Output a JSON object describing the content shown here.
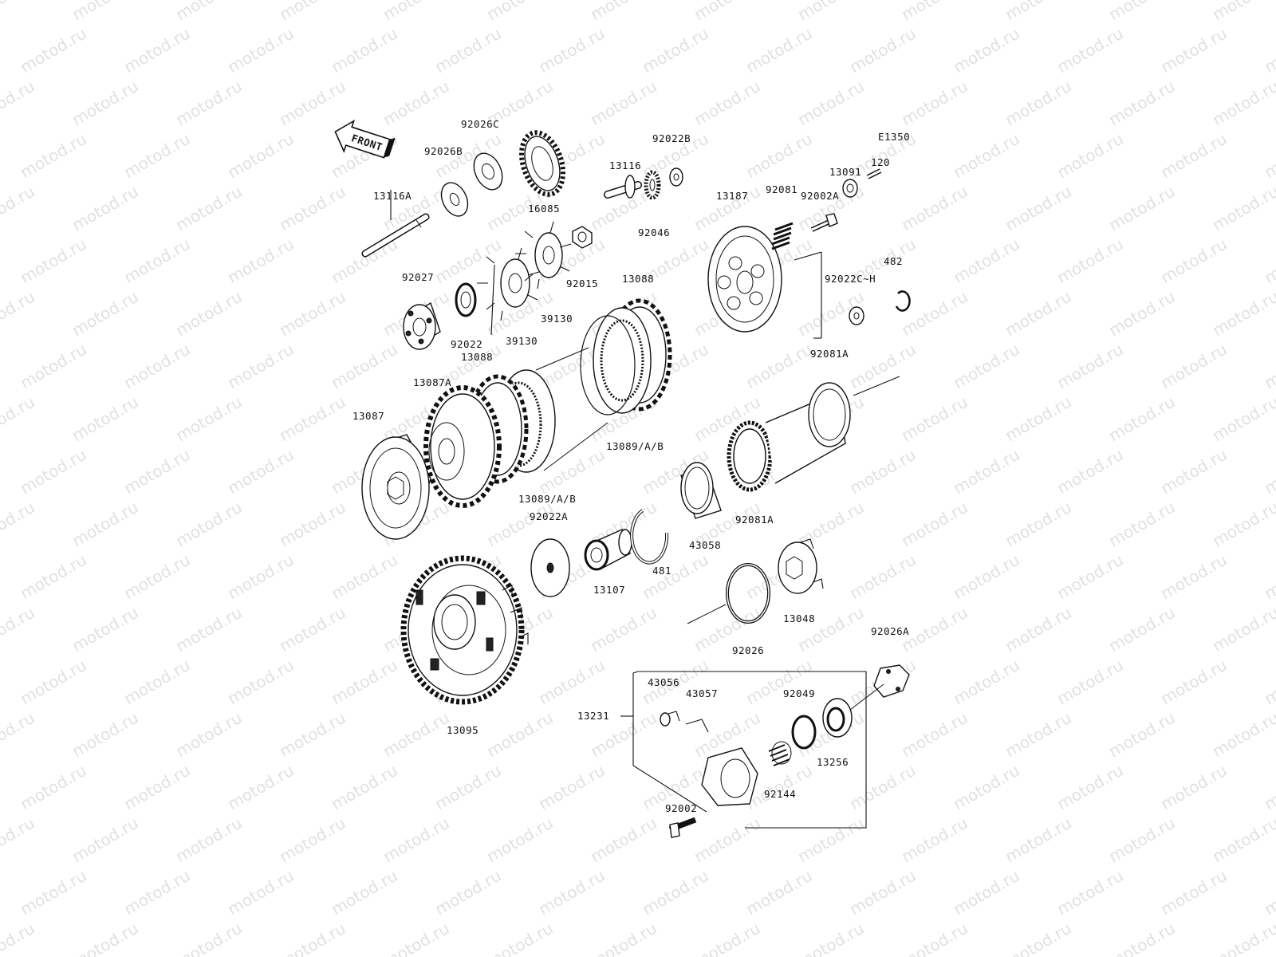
{
  "watermark": "motod.ru",
  "diagram_code": "E1350",
  "front_arrow_label": "FRONT",
  "labels": {
    "p92026C": "92026C",
    "p92026B": "92026B",
    "p16085": "16085",
    "p13116A": "13116A",
    "p92022B": "92022B",
    "p13116": "13116",
    "p92046": "92046",
    "p92015": "92015",
    "p39130a": "39130",
    "p39130b": "39130",
    "p92027": "92027",
    "p92022": "92022",
    "p13088a": "13088",
    "p13088b": "13088",
    "p13087A": "13087A",
    "p13087": "13087",
    "p13089a": "13089/A/B",
    "p13089b": "13089/A/B",
    "p92022A": "92022A",
    "p13107": "13107",
    "p481": "481",
    "p43058": "43058",
    "p13095": "13095",
    "p13187": "13187",
    "p92081": "92081",
    "p92002A": "92002A",
    "p13091": "13091",
    "p120": "120",
    "p482": "482",
    "p92022CH": "92022C~H",
    "p92081A_top": "92081A",
    "p92081A_mid": "92081A",
    "p92026": "92026",
    "p13048": "13048",
    "p92026A": "92026A",
    "p13231": "13231",
    "p43056": "43056",
    "p43057": "43057",
    "p92049": "92049",
    "p13256": "13256",
    "p92144": "92144",
    "p92002": "92002"
  }
}
